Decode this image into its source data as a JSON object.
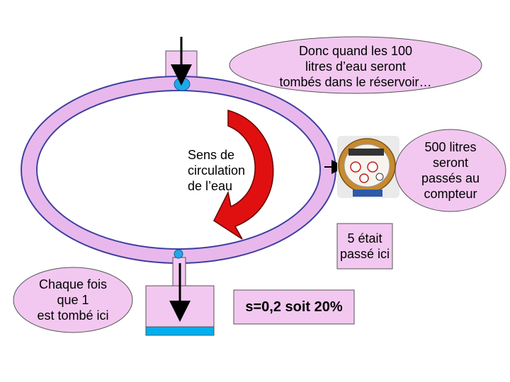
{
  "texts": {
    "bubble_top_l1": "Donc quand les 100",
    "bubble_top_l2": "litres d’eau seront",
    "bubble_top_l3": "tombés dans le réservoir…",
    "circulation_l1": "Sens de",
    "circulation_l2": "circulation",
    "circulation_l3": "de l’eau",
    "meter_l1": "500 litres",
    "meter_l2": "seront",
    "meter_l3": "passés au",
    "meter_l4": "compteur",
    "passed_l1": "5 était",
    "passed_l2": "passé ici",
    "fallen_l1": "Chaque fois",
    "fallen_l2": "que 1",
    "fallen_l3": "est tombé ici",
    "result": "s=0,2 soit 20%"
  },
  "colors": {
    "ring_fill": "#e8b8ec",
    "ring_stroke": "#4040a0",
    "bubble_fill": "#f2c8f0",
    "tank_fill": "#f2c8f0",
    "water": "#00b0f0",
    "valve": "#1fa8e8",
    "arrow_red": "#e01010",
    "meter_body": "#c88a30"
  },
  "icons": {
    "meter": "water-meter-icon",
    "rotation_arrow": "curved-arrow-icon",
    "flow_arrow": "down-arrow-icon"
  }
}
